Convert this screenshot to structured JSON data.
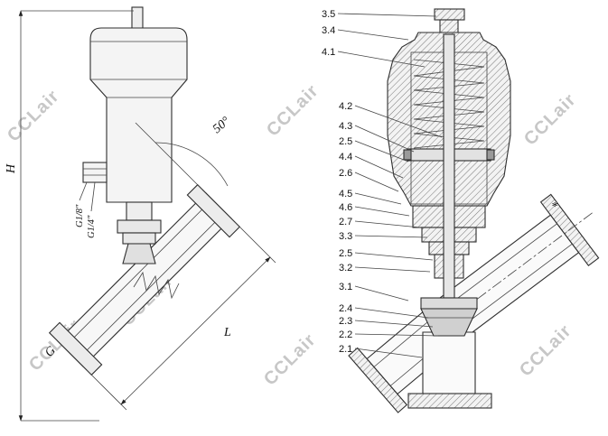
{
  "watermark": {
    "text": "CCLair",
    "color": "#c7c7c7"
  },
  "left_view": {
    "labels": {
      "height": "H",
      "length": "L",
      "port_g": "G",
      "angle": "50°",
      "air_port_small": "G1/8\"",
      "air_port_large": "G1/4\""
    }
  },
  "right_view": {
    "flange_note": "*",
    "callouts": [
      "3.5",
      "3.4",
      "4.1",
      "4.2",
      "4.3",
      "2.5",
      "4.4",
      "2.6",
      "4.5",
      "4.6",
      "2.7",
      "3.3",
      "2.5",
      "3.2",
      "3.1",
      "2.4",
      "2.3",
      "2.2",
      "2.1"
    ]
  }
}
